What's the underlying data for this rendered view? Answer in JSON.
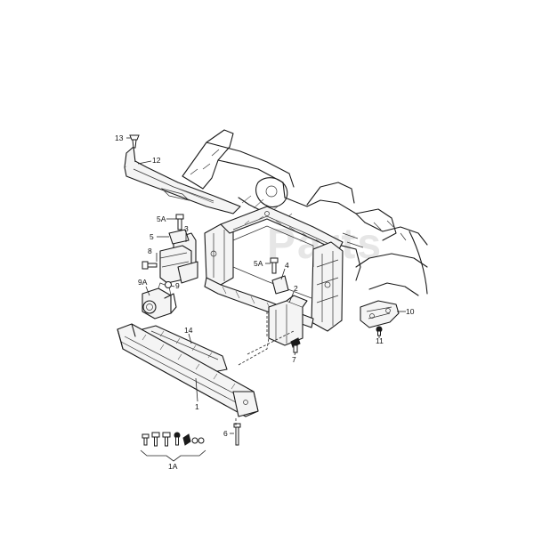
{
  "watermark": "Parts",
  "callouts": {
    "c1": "1",
    "c1A": "1A",
    "c2": "2",
    "c3": "3",
    "c4": "4",
    "c5": "5",
    "c5A_left": "5A",
    "c5A_right": "5A",
    "c6": "6",
    "c7": "7",
    "c8": "8",
    "c9": "9",
    "c9A": "9A",
    "c10": "10",
    "c11": "11",
    "c12": "12",
    "c13": "13",
    "c14": "14"
  },
  "icons": {
    "bolt": "bolt-icon",
    "screw": "screw-icon",
    "nut": "nut-icon",
    "clip": "clip-icon"
  },
  "colors": {
    "line": "#1a1a1a",
    "background": "#ffffff",
    "watermark": "#e6e6e6"
  }
}
